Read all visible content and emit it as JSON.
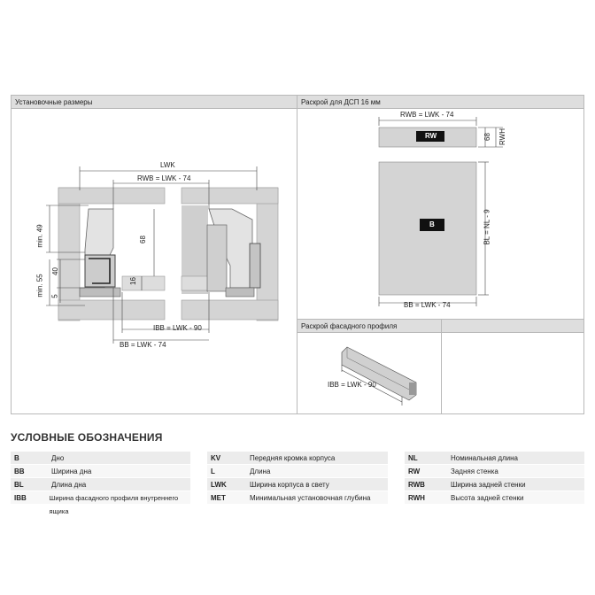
{
  "panels": {
    "install": {
      "title": "Установочные размеры"
    },
    "cut": {
      "title": "Раскрой для ДСП 16 мм"
    },
    "front": {
      "title": "Раскрой фасадного профиля"
    }
  },
  "install_labels": {
    "lwk": "LWK",
    "rwb": "RWB = LWK - 74",
    "min49": "min. 49",
    "min55": "min. 55",
    "d40": "40",
    "d5": "5",
    "d68": "68",
    "d16": "16",
    "ibb": "IBB = LWK - 90",
    "bb": "BB = LWK - 74"
  },
  "cut_labels": {
    "rwb": "RWB = LWK - 74",
    "rw": "RW",
    "d68": "68",
    "rwh": "RWH",
    "b": "B",
    "bl": "BL = NL - 9",
    "bb": "BB = LWK - 74"
  },
  "front_labels": {
    "ibb": "IBB = LWK - 90"
  },
  "legend": {
    "title": "УСЛОВНЫЕ ОБОЗНАЧЕНИЯ",
    "col1": [
      {
        "code": "B",
        "desc": "Дно"
      },
      {
        "code": "BB",
        "desc": "Ширина дна"
      },
      {
        "code": "BL",
        "desc": "Длина дна"
      },
      {
        "code": "IBB",
        "desc": "Ширина фасадного профиля внутреннего ящика"
      }
    ],
    "col2": [
      {
        "code": "KV",
        "desc": "Передняя кромка корпуса"
      },
      {
        "code": "L",
        "desc": "Длина"
      },
      {
        "code": "LWK",
        "desc": "Ширина корпуса в свету"
      },
      {
        "code": "MET",
        "desc": "Минимальная установочная глубина"
      }
    ],
    "col3": [
      {
        "code": "NL",
        "desc": "Номинальная длина"
      },
      {
        "code": "RW",
        "desc": "Задняя стенка"
      },
      {
        "code": "RWB",
        "desc": "Ширина задней стенки"
      },
      {
        "code": "RWH",
        "desc": "Высота задней стенки"
      }
    ]
  }
}
